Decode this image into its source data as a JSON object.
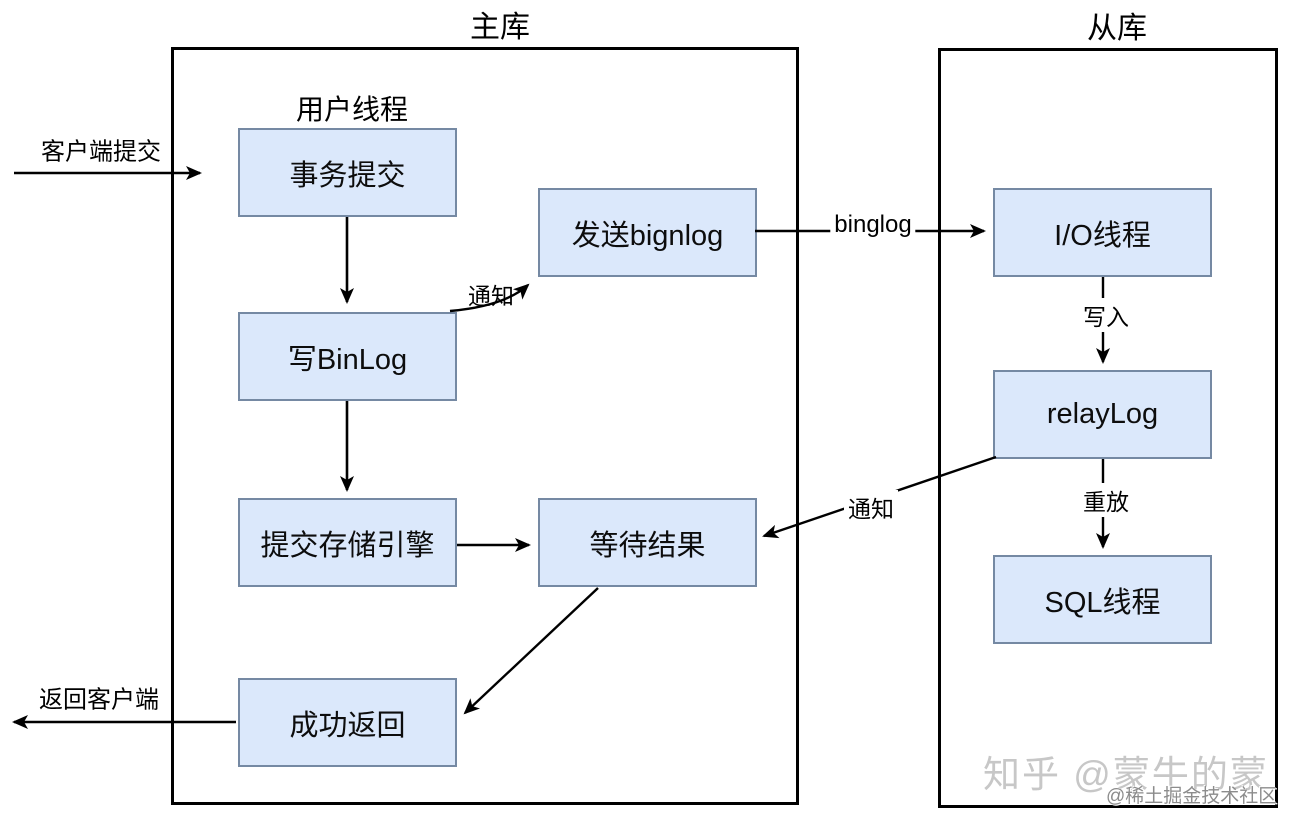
{
  "titles": {
    "master": "主库",
    "slave": "从库"
  },
  "annotations": {
    "user_thread": "用户线程"
  },
  "nodes": {
    "transaction_commit": "事务提交",
    "write_binlog": "写BinLog",
    "commit_storage_engine": "提交存储引擎",
    "success_return": "成功返回",
    "send_binlog": "发送bignlog",
    "wait_result": "等待结果",
    "io_thread": "I/O线程",
    "relay_log": "relayLog",
    "sql_thread": "SQL线程"
  },
  "edge_labels": {
    "client_submit": "客户端提交",
    "notify_to_send": "通知",
    "binglog": "binglog",
    "write_in": "写入",
    "replay": "重放",
    "notify_to_wait": "通知",
    "return_client": "返回客户端"
  },
  "edges": [
    {
      "from": "client",
      "to": "transaction_commit",
      "label": "客户端提交"
    },
    {
      "from": "transaction_commit",
      "to": "write_binlog",
      "label": ""
    },
    {
      "from": "write_binlog",
      "to": "send_binlog",
      "label": "通知"
    },
    {
      "from": "write_binlog",
      "to": "commit_storage_engine",
      "label": ""
    },
    {
      "from": "commit_storage_engine",
      "to": "wait_result",
      "label": ""
    },
    {
      "from": "send_binlog",
      "to": "io_thread",
      "label": "binglog"
    },
    {
      "from": "io_thread",
      "to": "relay_log",
      "label": "写入"
    },
    {
      "from": "relay_log",
      "to": "sql_thread",
      "label": "重放"
    },
    {
      "from": "relay_log",
      "to": "wait_result",
      "label": "通知"
    },
    {
      "from": "wait_result",
      "to": "success_return",
      "label": ""
    },
    {
      "from": "success_return",
      "to": "client",
      "label": "返回客户端"
    }
  ],
  "watermarks": {
    "zhihu": "知乎 @蒙牛的蒙",
    "juejin": "@稀土掘金技术社区"
  },
  "colors": {
    "node_fill": "#dbe8fb",
    "node_border": "#7589a3",
    "container_border": "#000000",
    "arrow": "#000000",
    "watermark_light": "#c7c7c7",
    "watermark_dark": "#8c8c8c"
  }
}
